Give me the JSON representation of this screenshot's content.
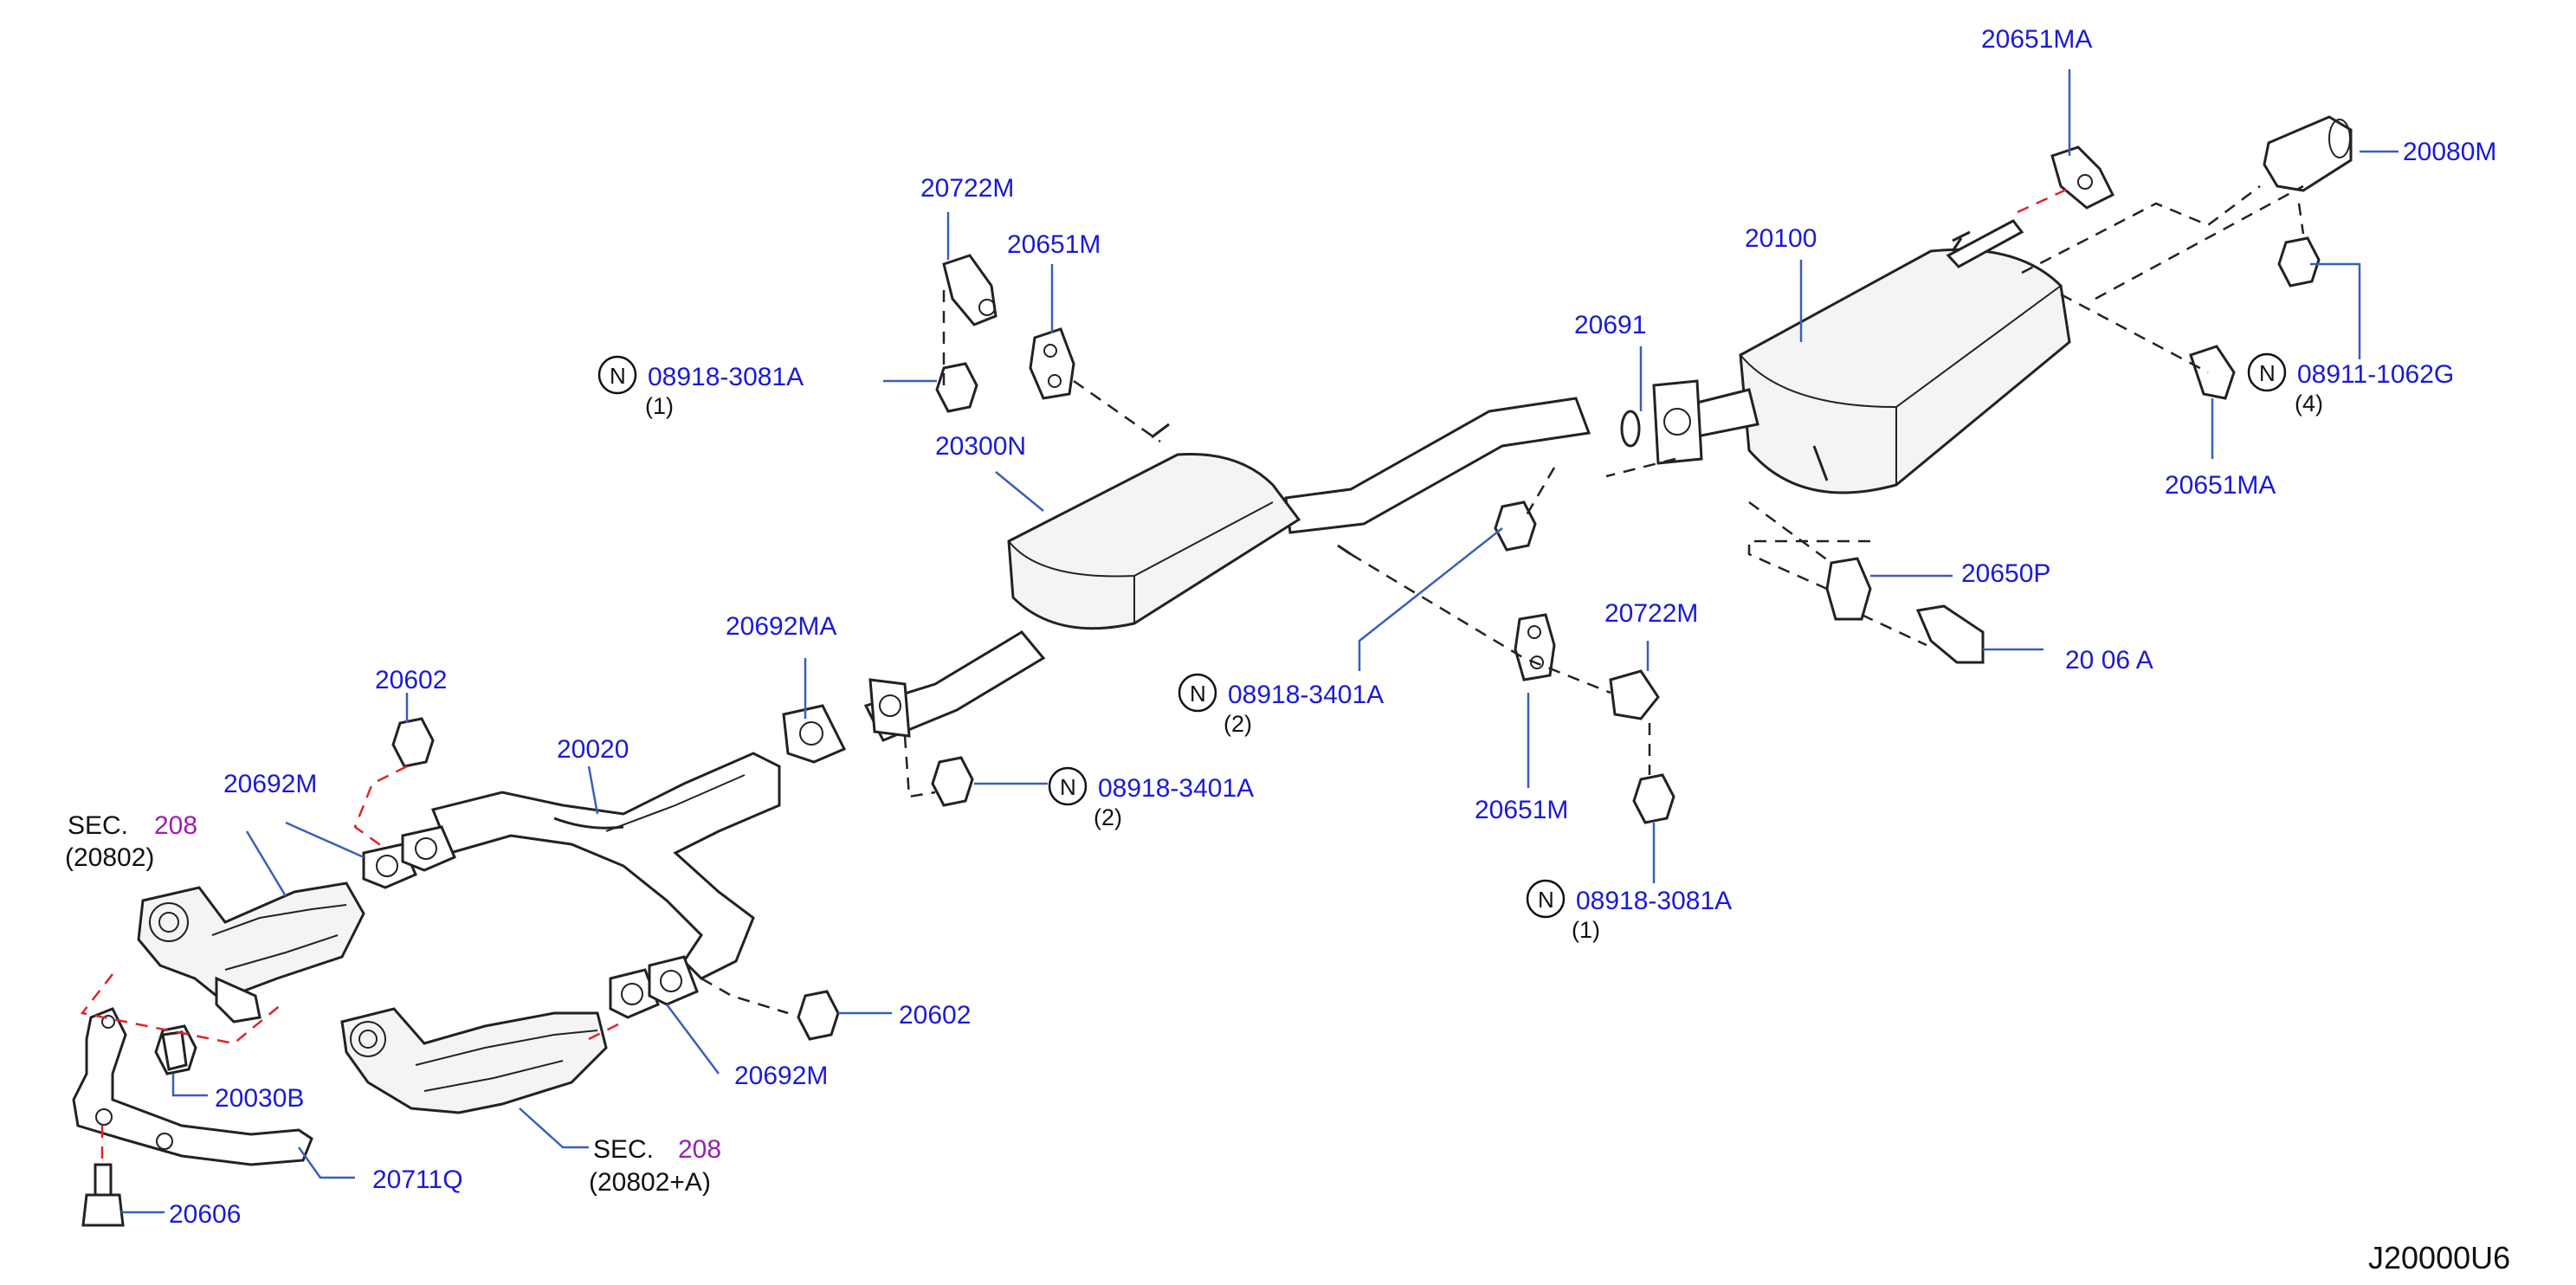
{
  "colors": {
    "part_label": "#1a1ad6",
    "section_number": "#9a1fb3",
    "leader_line": "#3a5fb8",
    "red_dash": "#e0232b",
    "line_art": "#222222"
  },
  "labels": {
    "p20651MA_top": "20651MA",
    "p20080M": "20080M",
    "p20722M_top": "20722M",
    "p20651M_top": "20651M",
    "p20100": "20100",
    "p20691": "20691",
    "nut_3081_left": "08918-3081A",
    "nut_3081_left_qty": "(1)",
    "p20300N": "20300N",
    "nut_1062G": "08911-1062G",
    "nut_1062G_qty": "(4)",
    "p20651MA_right": "20651MA",
    "p20650P": "20650P",
    "p2006A": "20  06  A",
    "p20692MA": "20692MA",
    "nut_3401_mid": "08918-3401A",
    "nut_3401_mid_qty": "(2)",
    "p20722M_mid": "20722M",
    "p20602_top": "20602",
    "p20020": "20020",
    "nut_3401_low": "08918-3401A",
    "nut_3401_low_qty": "(2)",
    "p20692M_left": "20692M",
    "sec_left_prefix": "SEC.",
    "sec_left_num": "208",
    "sec_left_sub": "(20802)",
    "p20651M_mid": "20651M",
    "nut_3081_right": "08918-3081A",
    "nut_3081_right_qty": "(1)",
    "p20602_right": "20602",
    "p20692M_right": "20692M",
    "p20030B": "20030B",
    "sec_bottom_prefix": "SEC.",
    "sec_bottom_num": "208",
    "sec_bottom_sub": "(20802+A)",
    "p20711Q": "20711Q",
    "p20606": "20606",
    "n_symbol": "N",
    "diagram_code": "J20000U6"
  }
}
